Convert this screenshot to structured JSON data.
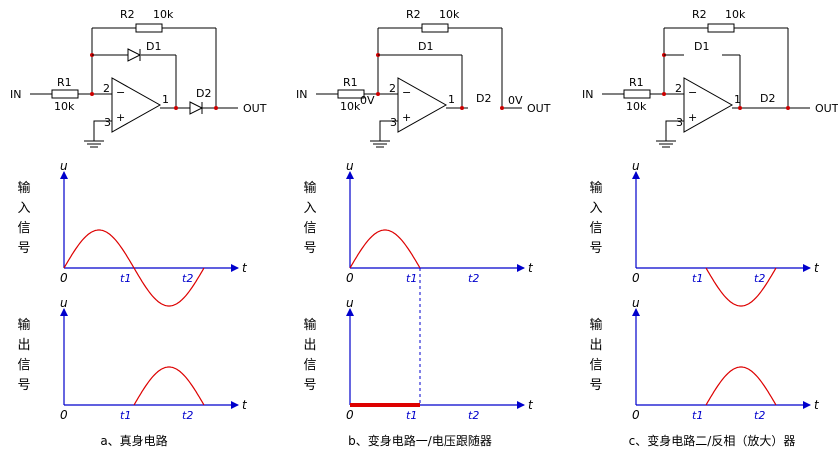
{
  "colors": {
    "wire": "#000000",
    "axis": "#0000cc",
    "signal": "#dd0000",
    "node": "#cc0000"
  },
  "labels": {
    "r2": "R2",
    "r2_val": "10k",
    "r1": "R1",
    "r1_val": "10k",
    "d1": "D1",
    "d2": "D2",
    "in": "IN",
    "out": "OUT",
    "pin1": "1",
    "pin2": "2",
    "pin3": "3",
    "minus": "−",
    "plus": "+",
    "zero_v": "0V",
    "u": "u",
    "t": "t",
    "zero": "0",
    "t1": "t1",
    "t2": "t2",
    "input_chars": [
      "输",
      "入",
      "信",
      "号"
    ],
    "output_chars": [
      "输",
      "出",
      "信",
      "号"
    ]
  },
  "captions": {
    "a": "a、真身电路",
    "b": "b、变身电路一/电压跟随器",
    "c": "c、变身电路二/反相（放大）器"
  }
}
